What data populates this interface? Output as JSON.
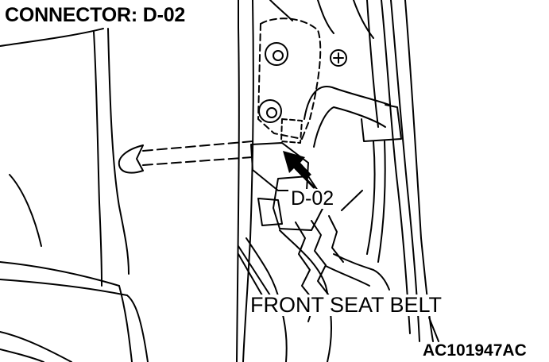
{
  "diagram": {
    "title": "CONNECTOR: D-02",
    "connector_label": "D-02",
    "component_label": "FRONT SEAT BELT",
    "figure_code": "AC101947AC"
  },
  "colors": {
    "line": "#000000",
    "background": "#ffffff"
  }
}
